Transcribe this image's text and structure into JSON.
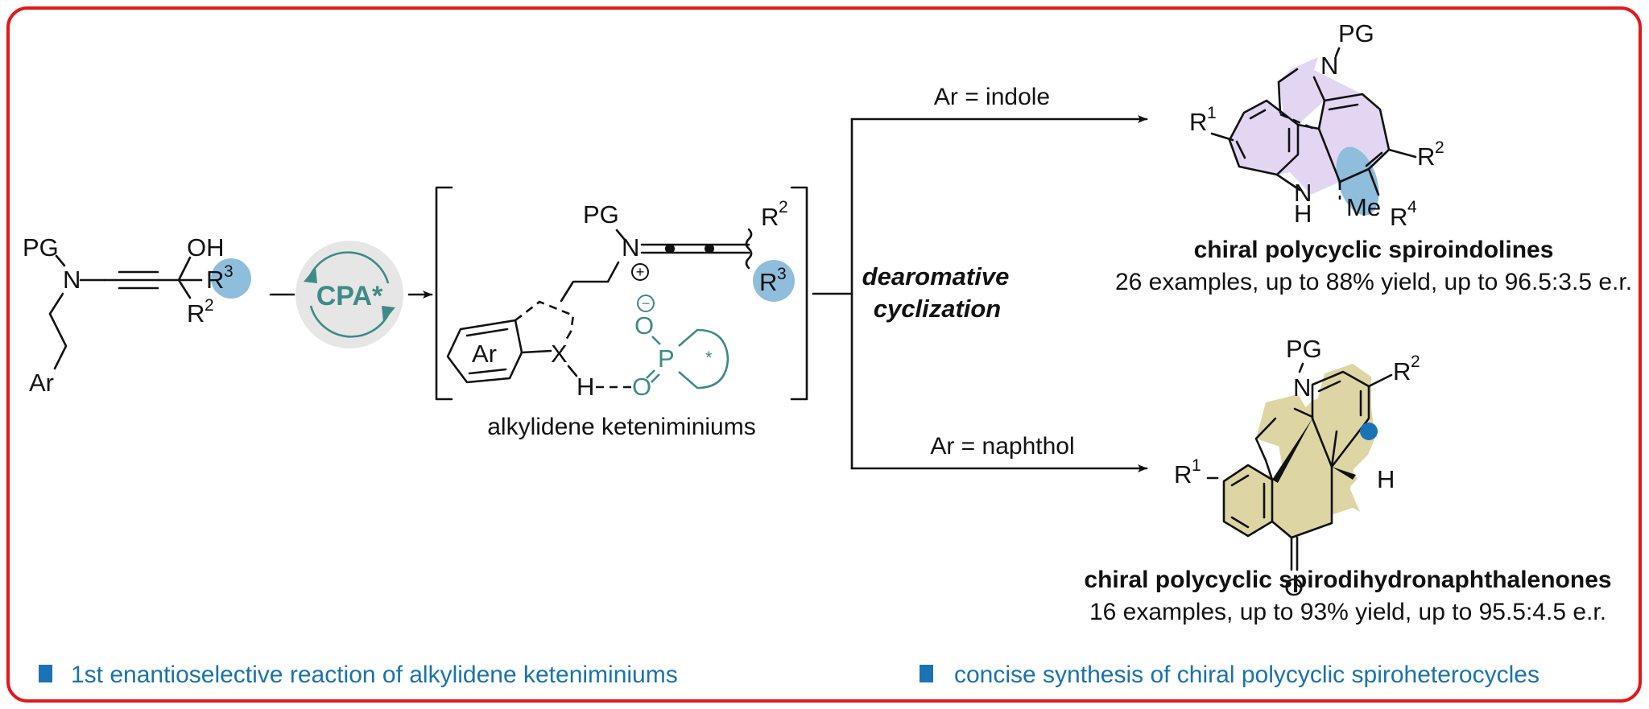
{
  "colors": {
    "frame": "#e0191b",
    "highlight_blue": "#8fbedd",
    "dot_blue": "#1a73b4",
    "teal": "#3e8a86",
    "catalyst_bg": "#e6e6e6",
    "spiroindoline_fill": "#e3d6f3",
    "naphthalenone_fill": "#ddd6a4",
    "footer_text": "#1a73a8"
  },
  "substrate": {
    "pg": "PG",
    "n": "N",
    "oh": "OH",
    "r3": "R",
    "r3_sup": "3",
    "r2": "R",
    "r2_sup": "2",
    "ar": "Ar"
  },
  "catalyst": {
    "label": "CPA*"
  },
  "intermediate": {
    "pg": "PG",
    "n": "N",
    "plus": "+",
    "minus": "−",
    "r2": "R",
    "r2_sup": "2",
    "r3": "R",
    "r3_sup": "3",
    "ar": "Ar",
    "x": "X",
    "h": "H",
    "o_top": "O",
    "p": "P",
    "o_bottom": "O",
    "star": "*",
    "caption": "alkylidene keteniminiums"
  },
  "branch": {
    "upper_condition": "Ar = indole",
    "lower_condition": "Ar = naphthol",
    "process_line1": "dearomative",
    "process_line2": "cyclization"
  },
  "products": [
    {
      "name": "chiral polycyclic spiroindolines",
      "stats": "26 examples, up to 88% yield, up to 96.5:3.5 e.r.",
      "labels": {
        "pg": "PG",
        "n": "N",
        "r1": "R",
        "r1_sup": "1",
        "r2": "R",
        "r2_sup": "2",
        "nh_n": "N",
        "nh_h": "H",
        "me": "Me",
        "r4": "R",
        "r4_sup": "4"
      }
    },
    {
      "name": "chiral polycyclic spirodihydronaphthalenones",
      "stats": "16 examples, up to 93% yield, up to 95.5:4.5 e.r.",
      "labels": {
        "pg": "PG",
        "n": "N",
        "r1": "R",
        "r1_sup": "1",
        "r2": "R",
        "r2_sup": "2",
        "h": "H",
        "o": "O"
      }
    }
  ],
  "footer": [
    {
      "icon": "square-bullet-icon",
      "text": "1st enantioselective reaction of alkylidene keteniminiums"
    },
    {
      "icon": "square-bullet-icon",
      "text": "concise synthesis of chiral polycyclic spiroheterocycles"
    }
  ]
}
